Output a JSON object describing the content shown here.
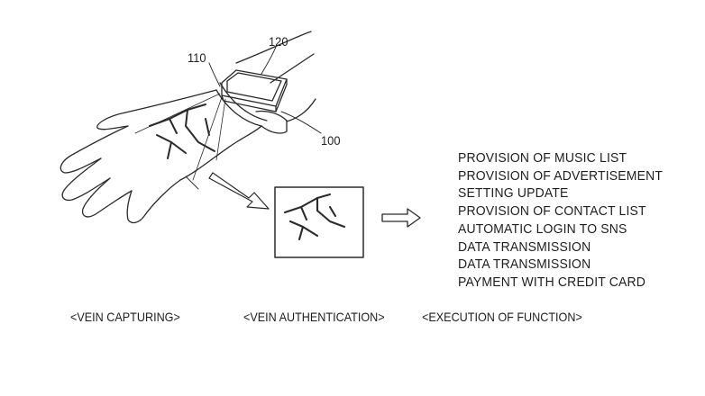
{
  "references": {
    "sensor": "110",
    "display": "120",
    "device": "100"
  },
  "functions": [
    "PROVISION OF MUSIC LIST",
    "PROVISION OF ADVERTISEMENT",
    "SETTING UPDATE",
    "PROVISION OF CONTACT LIST",
    "AUTOMATIC LOGIN TO SNS",
    "DATA TRANSMISSION",
    "DATA TRANSMISSION",
    "PAYMENT WITH CREDIT CARD"
  ],
  "captions": {
    "capturing": "<VEIN CAPTURING>",
    "authentication": "<VEIN AUTHENTICATION>",
    "execution": "<EXECUTION OF FUNCTION>"
  }
}
